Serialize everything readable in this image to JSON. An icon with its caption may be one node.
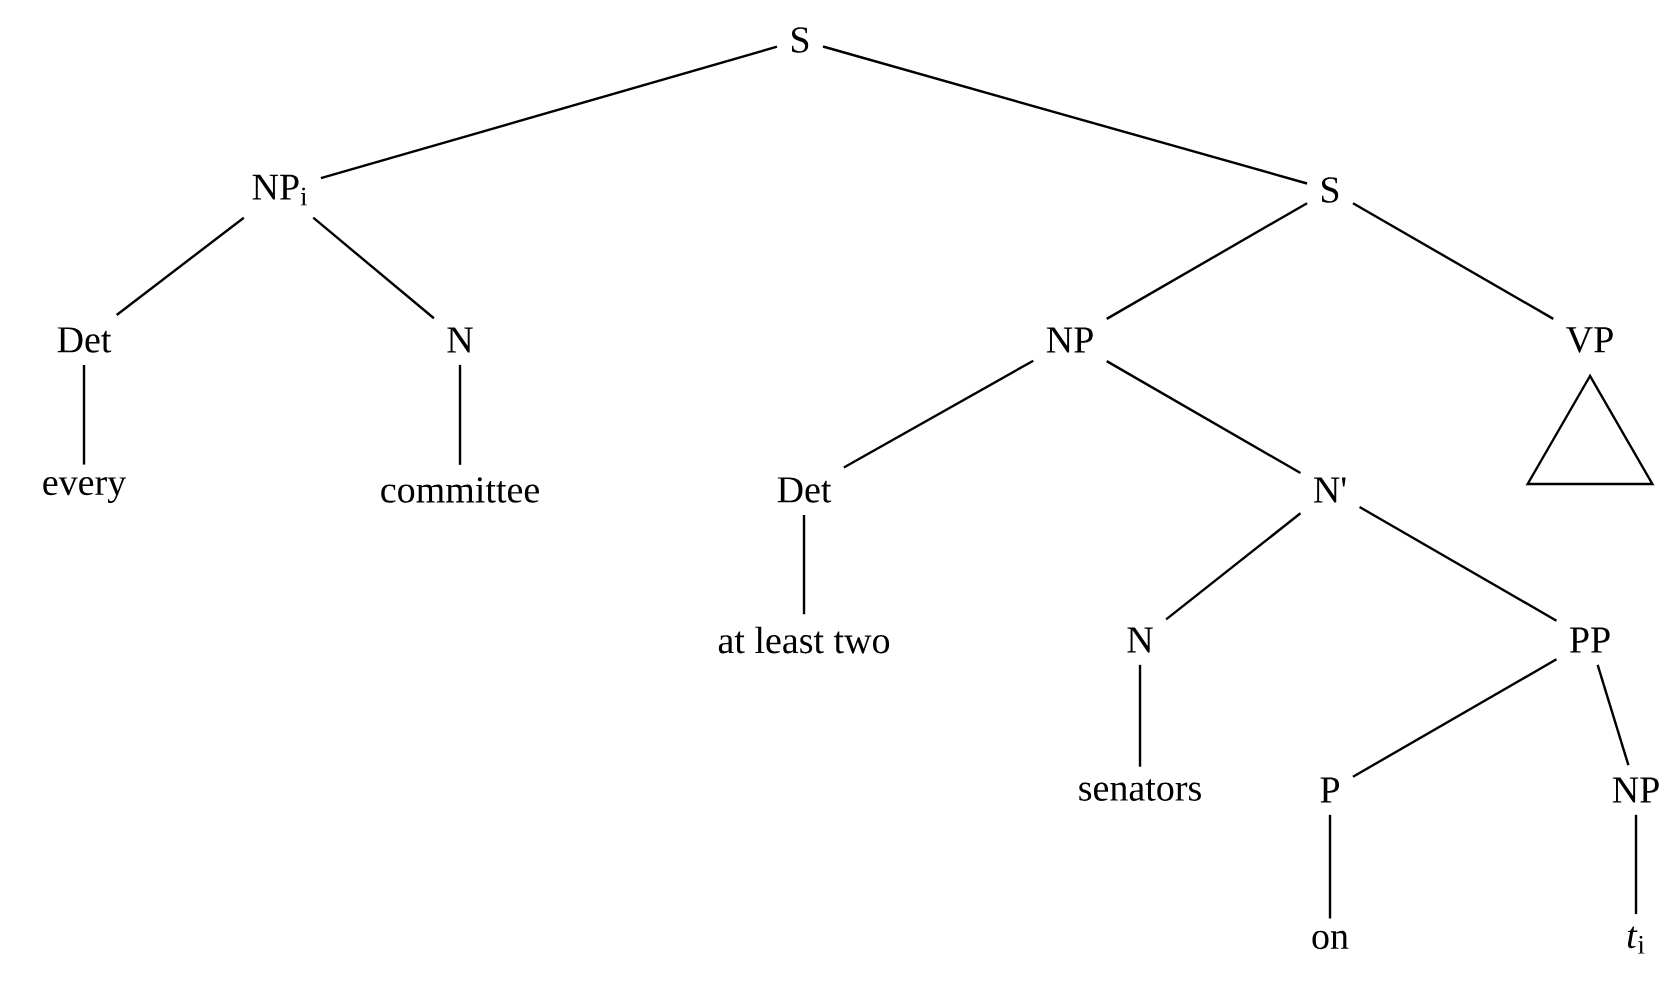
{
  "diagram": {
    "nodes": [
      {
        "text": [
          "S"
        ]
      },
      {
        "text": [
          "NP$_{i}$"
        ]
      },
      {
        "text": [
          "S"
        ]
      },
      {
        "text": [
          "Det"
        ]
      },
      {
        "text": [
          "N"
        ]
      },
      {
        "text": [
          "NP"
        ]
      },
      {
        "text": [
          "VP"
        ]
      },
      {
        "text": [
          "every"
        ]
      },
      {
        "text": [
          "committee"
        ]
      },
      {
        "text": [
          "Det"
        ]
      },
      {
        "text": [
          "N'"
        ]
      },
      {
        "text": [
          "at least two"
        ]
      },
      {
        "text": [
          "N"
        ]
      },
      {
        "text": [
          "PP"
        ]
      },
      {
        "text": [
          "senators"
        ]
      },
      {
        "text": [
          "P"
        ]
      },
      {
        "text": [
          "NP"
        ]
      },
      {
        "text": [
          "on"
        ]
      },
      {
        "text": [
          "*t*$_{i}$"
        ]
      },
      {
        "text": [],
        "shape": "triangle"
      }
    ],
    "edges": [
      {
        "from": 0,
        "to": 1,
        "arrow": "none"
      },
      {
        "from": 0,
        "to": 2,
        "arrow": "none"
      },
      {
        "from": 1,
        "to": 3,
        "arrow": "none"
      },
      {
        "from": 1,
        "to": 4,
        "arrow": "none"
      },
      {
        "from": 3,
        "to": 7,
        "arrow": "none"
      },
      {
        "from": 4,
        "to": 8,
        "arrow": "none"
      },
      {
        "from": 2,
        "to": 5,
        "arrow": "none"
      },
      {
        "from": 2,
        "to": 6,
        "arrow": "none"
      },
      {
        "from": 5,
        "to": 9,
        "arrow": "none"
      },
      {
        "from": 5,
        "to": 10,
        "arrow": "none"
      },
      {
        "from": 9,
        "to": 11,
        "arrow": "none"
      },
      {
        "from": 10,
        "to": 12,
        "arrow": "none"
      },
      {
        "from": 10,
        "to": 13,
        "arrow": "none"
      },
      {
        "from": 12,
        "to": 14,
        "arrow": "none"
      },
      {
        "from": 13,
        "to": 15,
        "arrow": "none"
      },
      {
        "from": 13,
        "to": 16,
        "arrow": "none"
      },
      {
        "from": 15,
        "to": 17,
        "arrow": "none"
      },
      {
        "from": 16,
        "to": 18,
        "arrow": "none"
      }
    ]
  }
}
